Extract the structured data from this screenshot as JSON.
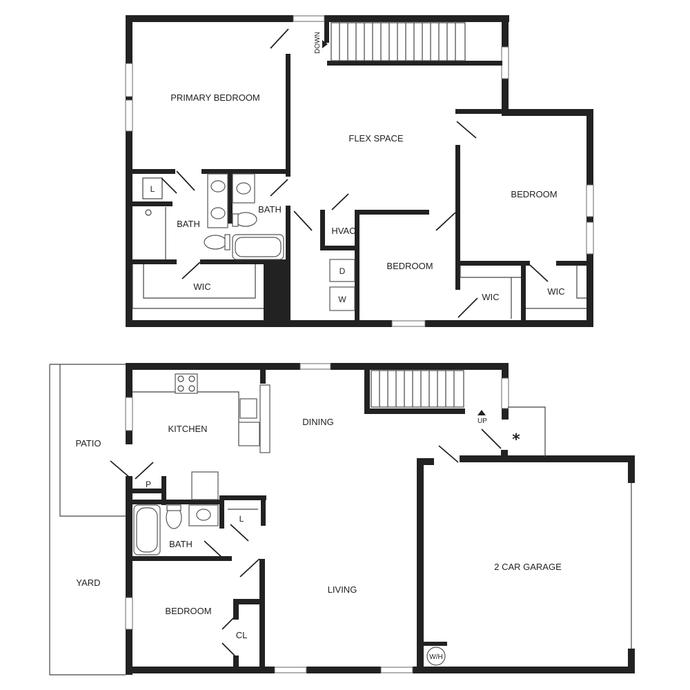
{
  "upper_floor": {
    "rooms": {
      "primary_bedroom": "PRIMARY BEDROOM",
      "flex_space": "FLEX SPACE",
      "bedroom_right": "BEDROOM",
      "bedroom_center": "BEDROOM",
      "bath_left": "BATH",
      "bath_right": "BATH",
      "wic_left": "WIC",
      "wic_center": "WIC",
      "wic_right": "WIC",
      "hvac": "HVAC",
      "linen": "L",
      "dryer": "D",
      "washer": "W"
    },
    "stairs_label": "DOWN"
  },
  "lower_floor": {
    "rooms": {
      "kitchen": "KITCHEN",
      "dining": "DINING",
      "patio": "PATIO",
      "yard": "YARD",
      "pantry": "P",
      "linen": "L",
      "bath": "BATH",
      "bedroom": "BEDROOM",
      "closet": "CL",
      "living": "LIVING",
      "garage": "2 CAR GARAGE",
      "water_heater": "W/H"
    },
    "stairs_label": "UP",
    "asterisk": "*"
  },
  "colors": {
    "wall": "#222222",
    "background": "#ffffff"
  }
}
